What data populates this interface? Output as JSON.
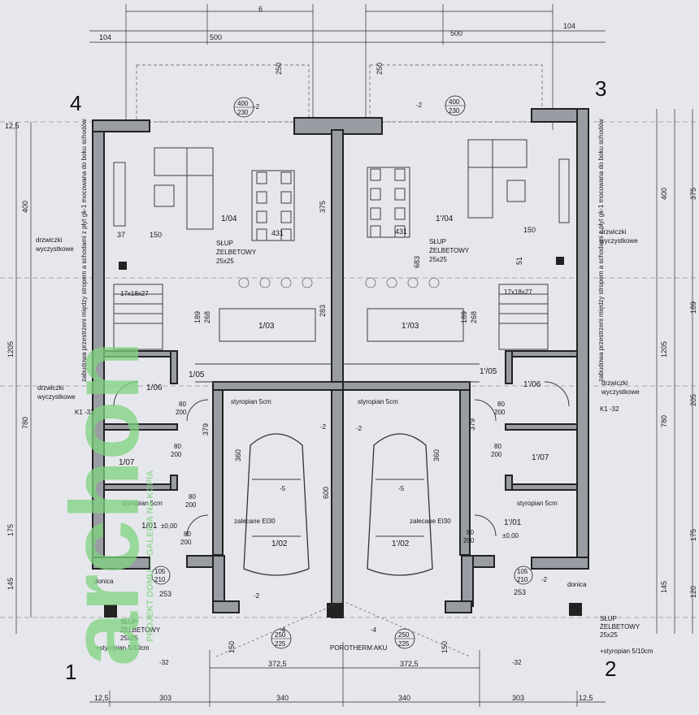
{
  "watermark": {
    "logo_text": "archon",
    "side_text": "PROJEKT DOMU — GALERIA NA KOPIA",
    "color": "#6fd06f"
  },
  "corner_labels": {
    "tl": "4",
    "tr": "3",
    "bl": "1",
    "br": "2"
  },
  "rooms": {
    "left_living": "1/04",
    "left_kitchen": "1/03",
    "left_hall": "1/05",
    "left_bath": "1/06",
    "left_wc": "1/07",
    "left_entry": "1/01",
    "left_garage": "1/02",
    "right_living": "1'/04",
    "right_kitchen": "1'/03",
    "right_hall": "1'/05",
    "right_bath": "1'/06",
    "right_wc": "1'/07",
    "right_entry": "1'/01",
    "right_garage": "1'/02"
  },
  "labels": {
    "slup_left": "SŁUP\nŻELBETOWY\n25x25",
    "slup_left_1": "SŁUP",
    "slup_left_2": "ŻELBETOWY",
    "slup_left_3": "25x25",
    "slup_right_1": "SŁUP",
    "slup_right_2": "ŻELBETOWY",
    "slup_right_3": "25x25",
    "drzwiczki_1": "drzwiczki",
    "drzwiczki_2": "wyczystkowe",
    "styropian_5cm": "styropian  5cm",
    "zalecane_left": "zalecane EI30",
    "zalecane_right": "zalecane EI30",
    "porotherm": "POROTHERM  AKU",
    "slup_bl_1": "SŁUP",
    "slup_bl_2": "ŻELBETOWY",
    "slup_bl_3": "25x25",
    "slup_bl_4": "+styropian 5/10cm",
    "slup_br_1": "SŁUP",
    "slup_br_2": "ŻELBETOWY",
    "slup_br_3": "25x25",
    "slup_br_4": "+styropian 5/10cm",
    "stairs": "17x18x27",
    "pm000": "±0,00",
    "m2": "-2",
    "m5": "-5",
    "m32": "-32",
    "m4": "-4",
    "doniczka": "donica",
    "door_80_200": "80\n200",
    "door_400_230_a": "400",
    "door_400_230_b": "230",
    "door_250_225_a": "250",
    "door_250_225_b": "225",
    "door_105_210_a": "105",
    "door_105_210_b": "210",
    "k1_32": "K1 -32",
    "vertical_note": "zabudowa przestrzeni między stropem a schodami z płyt gk-1 mocowana do boku schodów"
  },
  "dims_top": {
    "d104_l": "104",
    "d500_l": "500",
    "d500_r": "500",
    "d104_r": "104",
    "d250_l": "250",
    "d250_r": "250",
    "d6": "6"
  },
  "dims_bottom": {
    "d125_l": "12,5",
    "d303_l": "303",
    "d340_l": "340",
    "d340_r": "340",
    "d303_r": "303",
    "d125_r": "12,5",
    "d3725_l": "372,5",
    "d3725_r": "372,5",
    "d150_l": "150",
    "d150_r": "150"
  },
  "dims_left": {
    "d400": "400",
    "d1205": "1205",
    "d780": "780",
    "d175": "175",
    "d145": "145",
    "d125": "12,5"
  },
  "dims_right": {
    "d400": "400",
    "d375": "375",
    "d189": "189",
    "d1205": "1205",
    "d205": "205",
    "d780": "780",
    "d175": "175",
    "d145": "145",
    "d120": "120"
  },
  "dims_inner": {
    "d431_l": "431",
    "d431_r": "431",
    "d375": "375",
    "d283": "283",
    "d683": "683",
    "d150_l": "150",
    "d150_r": "150",
    "d37": "37",
    "d51": "51",
    "d360_l": "360",
    "d360_r": "360",
    "d600": "600",
    "d379_l": "379",
    "d379_r": "379",
    "d189_l": "189",
    "d268_l": "268",
    "d189_r": "189",
    "d268_r": "268",
    "d253_l": "253",
    "d253_r": "253"
  }
}
